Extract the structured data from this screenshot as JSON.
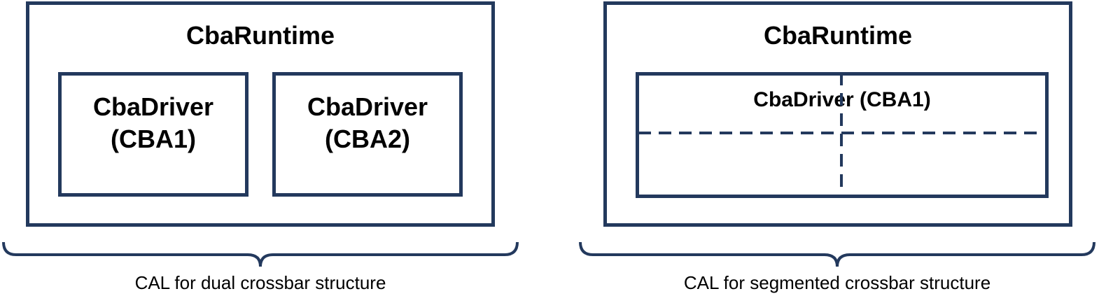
{
  "left_panel": {
    "runtime_title": "CbaRuntime",
    "driver_1": {
      "line1": "CbaDriver",
      "line2": "(CBA1)"
    },
    "driver_2": {
      "line1": "CbaDriver",
      "line2": "(CBA2)"
    },
    "caption": "CAL for dual crossbar structure"
  },
  "right_panel": {
    "runtime_title": "CbaRuntime",
    "driver": "CbaDriver (CBA1)",
    "caption": "CAL for segmented crossbar structure"
  },
  "colors": {
    "stroke": "#23395d",
    "text": "#000000"
  }
}
